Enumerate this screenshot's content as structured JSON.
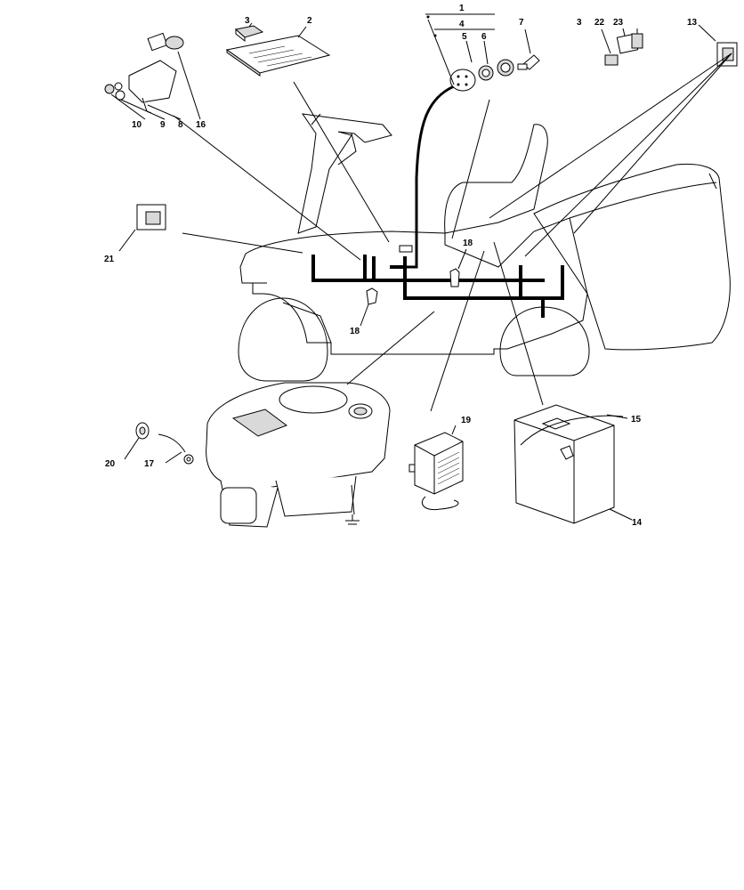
{
  "callouts": {
    "c1": "1",
    "c2": "2",
    "c3a": "3",
    "c3b": "3",
    "c4": "4",
    "c5": "5",
    "c6": "6",
    "c7": "7",
    "c8": "8",
    "c9": "9",
    "c10": "10",
    "c13": "13",
    "c14": "14",
    "c15": "15",
    "c16": "16",
    "c17": "17",
    "c18a": "18",
    "c18b": "18",
    "c19": "19",
    "c20": "20",
    "c21": "21",
    "c22": "22",
    "c23": "23"
  },
  "colors": {
    "line": "#000000",
    "fill": "#ffffff",
    "shade": "#d9d9d9"
  }
}
